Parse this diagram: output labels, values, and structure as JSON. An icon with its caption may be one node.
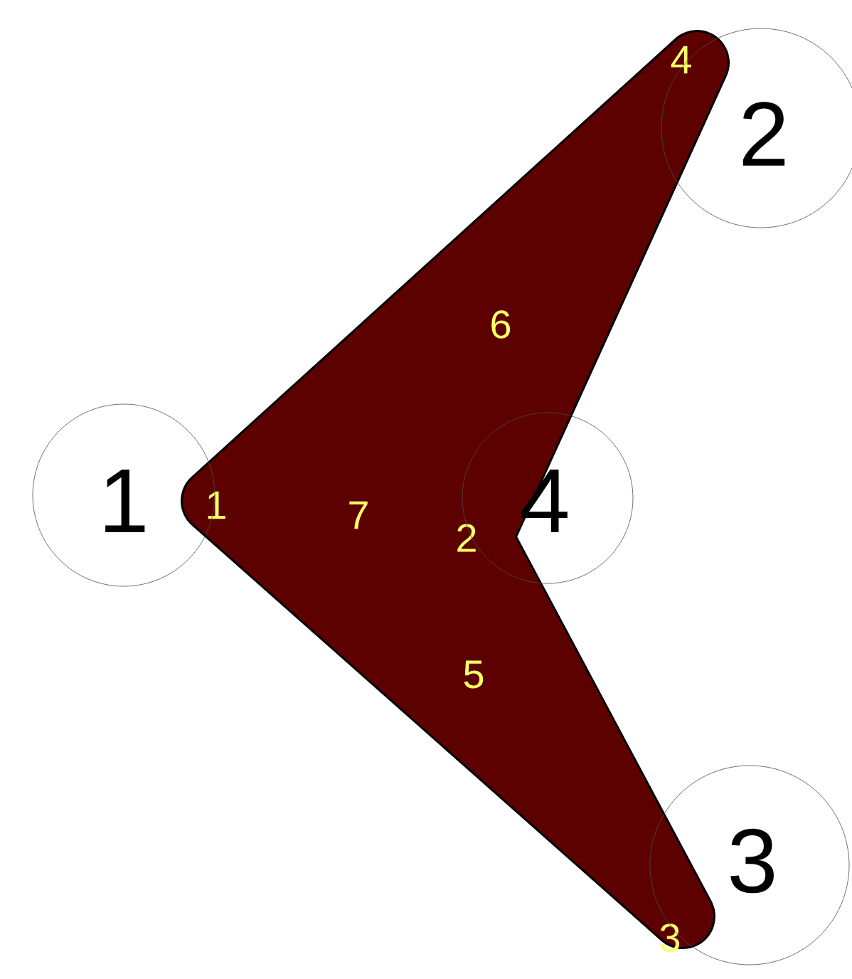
{
  "diagram": {
    "nodes": [
      {
        "text": [
          "1"
        ]
      },
      {
        "text": [
          "2"
        ]
      },
      {
        "text": [
          "3"
        ]
      },
      {
        "text": [
          "4"
        ]
      },
      {
        "text": [
          "4",
          "6",
          "1",
          "7",
          "2",
          "5",
          "3"
        ]
      }
    ]
  }
}
